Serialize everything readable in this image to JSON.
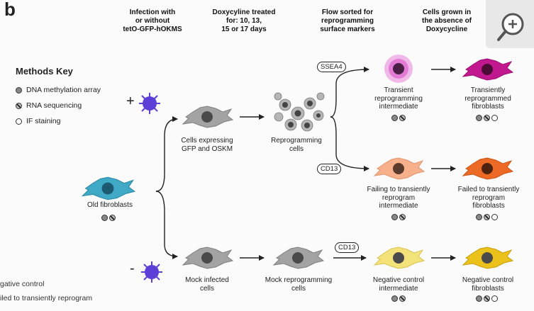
{
  "panel_label": "b",
  "headers": [
    "Infection with\nor without\ntetO-GFP-hOKMS",
    "Doxycyline treated\nfor: 10, 13,\n15 or 17 days",
    "Flow sorted for\nreprogramming\nsurface markers",
    "Cells grown in\nthe absence of\nDoxycycline"
  ],
  "methods_key": {
    "title": "Methods Key",
    "items": [
      {
        "label": "DNA methylation array",
        "marker": "meth"
      },
      {
        "label": "RNA sequencing",
        "marker": "rna"
      },
      {
        "label": "IF staining",
        "marker": "if"
      }
    ]
  },
  "signs": {
    "plus": "+",
    "minus": "-"
  },
  "markers": {
    "ssea4": "SSEA4",
    "cd13_top": "CD13",
    "cd13_bottom": "CD13"
  },
  "cells": {
    "old": "Old fibroblasts",
    "gfp": "Cells expressing\nGFP and OSKM",
    "reprog": "Reprogramming\ncells",
    "tri": "Transient\nreprogramming\nintermediate",
    "trf": "Transiently\nreprogrammed\nfibroblasts",
    "fti": "Failing to transiently\nreprogram\nintermediate",
    "ftf": "Failed to transiently\nreprogram\nfibroblasts",
    "mock": "Mock infected\ncells",
    "mockrep": "Mock reprogramming\ncells",
    "nci": "Negative control\nintermediate",
    "ncf": "Negative control\nfibroblasts"
  },
  "legend_fragments": [
    "gative control",
    "iled to transiently reprogram"
  ],
  "colors": {
    "old_fibroblast": "#3fa9c6",
    "gray_cell": "#9a9a9a",
    "virus": "#5b3fd6",
    "transient_pink": "#e27bd4",
    "transient_magenta": "#c2188f",
    "failing_peach": "#f6b08c",
    "failed_orange": "#ec6a25",
    "nc_yellow": "#f3e27a",
    "ncf_yellow": "#ebc21c"
  },
  "icons": {
    "zoom": "zoom-in-icon"
  }
}
